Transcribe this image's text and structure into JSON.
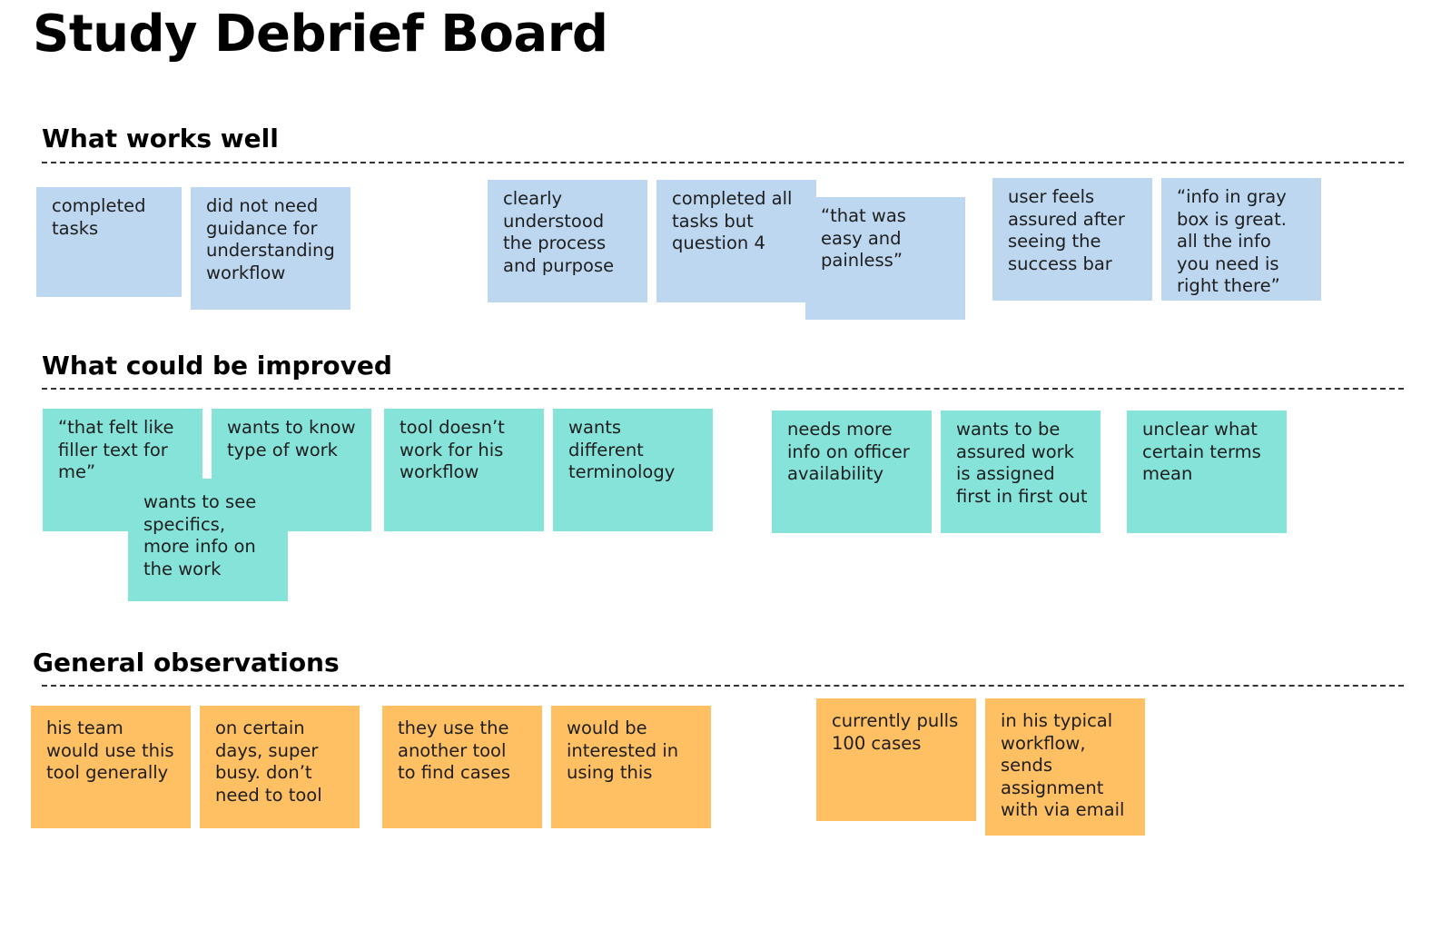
{
  "board": {
    "title": "Study Debrief Board"
  },
  "sections": {
    "works_well": {
      "title": "What works well",
      "notes": [
        "completed tasks",
        "did not need guidance for understanding workflow",
        "clearly understood the process and purpose",
        "completed all tasks but question 4",
        "“that was easy and painless”",
        "user feels assured after seeing the success bar",
        "“info in gray box is great. all the info you need is right there”"
      ]
    },
    "improve": {
      "title": "What could be improved",
      "notes": [
        "“that felt like filler text for me”",
        "wants to know type of work",
        "wants to see specifics, more info on the work",
        "tool doesn’t work for his workflow",
        "wants different terminology",
        "needs more info on officer availability",
        "wants to be assured work is assigned first in first out",
        "unclear what certain terms mean"
      ]
    },
    "observations": {
      "title": "General observations",
      "notes": [
        "his team would use this tool generally",
        "on certain days, super busy. don’t need to tool",
        "they use the another tool to find cases",
        "would be interested in using this",
        "currently pulls 100 cases",
        "in his typical workflow, sends assignment with via email"
      ]
    }
  },
  "colors": {
    "works_well_note": "#bdd7f0",
    "improve_note": "#86e3da",
    "observations_note": "#ffbf63",
    "divider": "#333333"
  }
}
